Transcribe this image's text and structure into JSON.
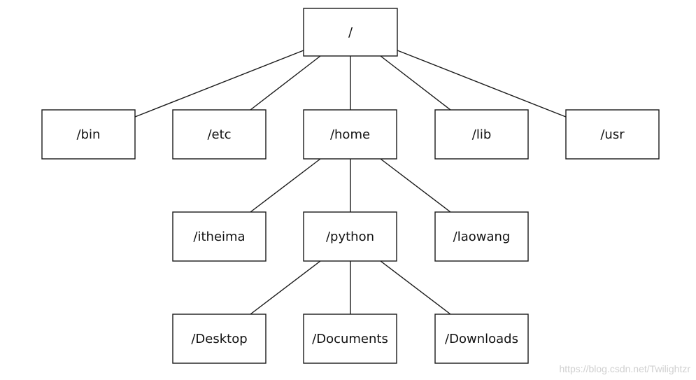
{
  "nodes": [
    {
      "id": "root",
      "label": "/"
    },
    {
      "id": "bin",
      "label": "/bin"
    },
    {
      "id": "etc",
      "label": "/etc"
    },
    {
      "id": "home",
      "label": "/home"
    },
    {
      "id": "lib",
      "label": "/lib"
    },
    {
      "id": "usr",
      "label": "/usr"
    },
    {
      "id": "itheima",
      "label": "/itheima"
    },
    {
      "id": "python",
      "label": "/python"
    },
    {
      "id": "laowang",
      "label": "/laowang"
    },
    {
      "id": "desktop",
      "label": "/Desktop"
    },
    {
      "id": "documents",
      "label": "/Documents"
    },
    {
      "id": "downloads",
      "label": "/Downloads"
    }
  ],
  "edges": [
    [
      "root",
      "bin"
    ],
    [
      "root",
      "etc"
    ],
    [
      "root",
      "home"
    ],
    [
      "root",
      "lib"
    ],
    [
      "root",
      "usr"
    ],
    [
      "home",
      "itheima"
    ],
    [
      "home",
      "python"
    ],
    [
      "home",
      "laowang"
    ],
    [
      "python",
      "desktop"
    ],
    [
      "python",
      "documents"
    ],
    [
      "python",
      "downloads"
    ]
  ],
  "colors": {
    "stroke": "#1a1a1a",
    "fill": "#ffffff",
    "text": "#111111",
    "watermark": "#d0d0d0"
  },
  "watermark": "https://blog.csdn.net/Twilightzr"
}
